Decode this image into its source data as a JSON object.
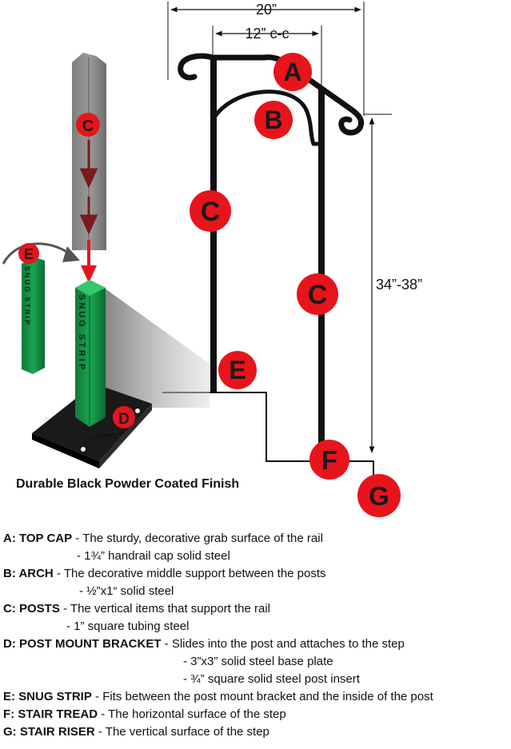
{
  "dimensions": {
    "overall_width": "20”",
    "center_to_center": "12” c-c",
    "height_range": "34”-38”"
  },
  "callouts": {
    "top_cap": "A",
    "arch": "B",
    "post_left": "C",
    "post_right": "C",
    "post_exploded": "C",
    "snug_strip_exploded": "E",
    "snug_strip_mount": "E",
    "mount_bracket": "D",
    "stair_tread": "F",
    "stair_riser": "G"
  },
  "snug_strip_text": "SNUG STRIP",
  "caption": "Durable Black Powder Coated Finish",
  "legend": [
    {
      "term": "A: TOP CAP",
      "desc": " - The sturdy, decorative grab surface of the rail",
      "subs": [
        "-  1¾” handrail cap solid steel"
      ]
    },
    {
      "term": "B: ARCH",
      "desc": "  -  The decorative middle support between the posts",
      "subs": [
        "-  ½”x1“ solid steel"
      ]
    },
    {
      "term": "C: POSTS",
      "desc": " - The vertical items that support the rail",
      "subs": [
        "-  1” square tubing steel"
      ]
    },
    {
      "term": "D: POST MOUNT BRACKET",
      "desc": " - Slides into the post and attaches to the step",
      "subs": [
        "-  3”x3” solid steel base plate",
        "-  ¾” square solid steel post insert"
      ]
    },
    {
      "term": "E: SNUG STRIP",
      "desc": " - Fits between the post mount bracket and the inside of the post",
      "subs": []
    },
    {
      "term": "F: STAIR TREAD",
      "desc": " - The horizontal surface of the step",
      "subs": []
    },
    {
      "term": "G: STAIR RISER",
      "desc": " -  The vertical surface of the step",
      "subs": []
    }
  ],
  "colors": {
    "callout_red": "#e8141b",
    "snug_green": "#19a050",
    "post_gray": "#8a8a8a",
    "steel_black": "#111111",
    "arrow_red": "#c02028"
  }
}
